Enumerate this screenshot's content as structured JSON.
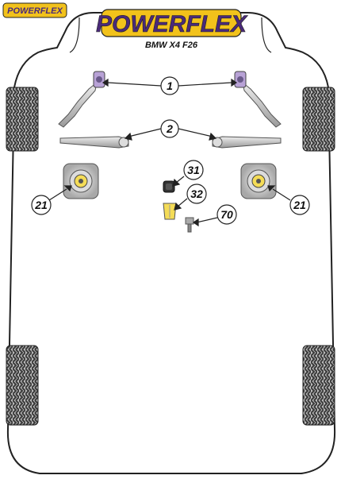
{
  "brand": {
    "small_logo": "POWERFLEX",
    "main_logo": "POWERFLEX",
    "logo_yellow": "#f2c21b",
    "logo_purple": "#4a2a7a"
  },
  "model": "BMW X4 F26",
  "colors": {
    "body_outline": "#222222",
    "body_fill": "#ffffff",
    "tyre_dark": "#3a3a3a",
    "tyre_light": "#bdbdbd",
    "bush_purple": "#b8a2d6",
    "bush_yellow": "#f4dc57",
    "part_grey": "#9a9a9a"
  },
  "callouts": [
    {
      "id": "c1",
      "label": "1"
    },
    {
      "id": "c2",
      "label": "2"
    },
    {
      "id": "c21a",
      "label": "21"
    },
    {
      "id": "c21b",
      "label": "21"
    },
    {
      "id": "c31",
      "label": "31"
    },
    {
      "id": "c32",
      "label": "32"
    },
    {
      "id": "c70",
      "label": "70"
    }
  ]
}
